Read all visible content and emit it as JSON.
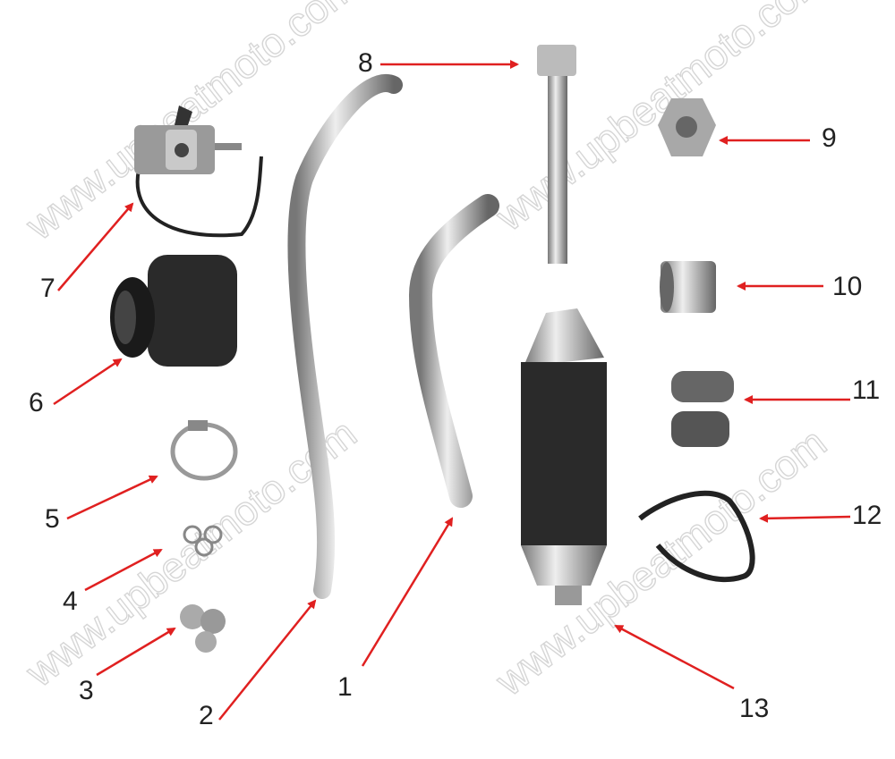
{
  "watermark": "www.upbeatmoto.com",
  "colors": {
    "arrow": "#e02020",
    "chrome": "#b8b8b8",
    "black_part": "#2a2a2a"
  },
  "callouts": [
    {
      "number": "1",
      "part": "exhaust-mid-pipe"
    },
    {
      "number": "2",
      "part": "exhaust-header-pipe"
    },
    {
      "number": "3",
      "part": "cap-nuts"
    },
    {
      "number": "4",
      "part": "washers"
    },
    {
      "number": "5",
      "part": "hose-clamp"
    },
    {
      "number": "6",
      "part": "air-filter"
    },
    {
      "number": "7",
      "part": "carburetor"
    },
    {
      "number": "8",
      "part": "flange-bolt"
    },
    {
      "number": "9",
      "part": "flange-nut"
    },
    {
      "number": "10",
      "part": "spacer-sleeve"
    },
    {
      "number": "11",
      "part": "rubber-grommets"
    },
    {
      "number": "12",
      "part": "muffler-bracket"
    },
    {
      "number": "13",
      "part": "muffler"
    }
  ]
}
